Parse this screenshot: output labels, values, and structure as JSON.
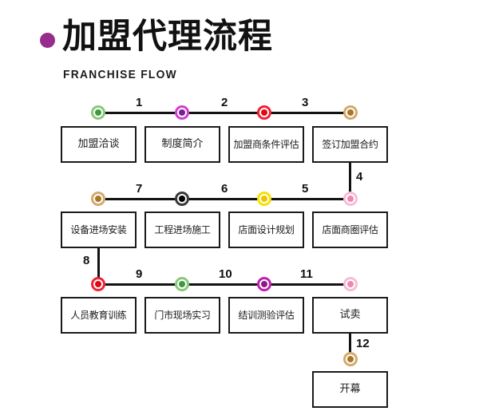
{
  "header": {
    "title": "加盟代理流程",
    "subtitle": "FRANCHISE FLOW",
    "bullet_color": "#962d8c"
  },
  "colors": {
    "line": "#121212",
    "box_border": "#1a1a1a",
    "box_fill": "#ffffff",
    "text": "#1a1a1a"
  },
  "chart_data": {
    "type": "diagram",
    "title": "加盟代理流程",
    "subtitle": "FRANCHISE FLOW",
    "flow_direction": "serpentine: row1 left-to-right, row2 right-to-left, row3 left-to-right, then down",
    "steps": [
      {
        "num": "",
        "label": "加盟洽谈",
        "dot_ring": "#8dc878",
        "dot_core": "#3f9a3f",
        "row": 1
      },
      {
        "num": "1",
        "label": "制度简介",
        "dot_ring": "#cf3fce",
        "dot_core": "#7b1f8f",
        "row": 1
      },
      {
        "num": "2",
        "label": "加盟商条件评估",
        "dot_ring": "#ef2233",
        "dot_core": "#e30613",
        "row": 1
      },
      {
        "num": "3",
        "label": "签订加盟合约",
        "dot_ring": "#d4a96a",
        "dot_core": "#a9762c",
        "row": 1
      },
      {
        "num": "4",
        "label": "店面商圈评估",
        "dot_ring": "#f7bdd6",
        "dot_core": "#ef87b4",
        "row": 2
      },
      {
        "num": "5",
        "label": "店面设计规划",
        "dot_ring": "#fbe000",
        "dot_core": "#e8c800",
        "row": 2
      },
      {
        "num": "6",
        "label": "工程进场施工",
        "dot_ring": "#3a3a3a",
        "dot_core": "#000000",
        "row": 2
      },
      {
        "num": "7",
        "label": "设备进场安装",
        "dot_ring": "#d4a96a",
        "dot_core": "#a9762c",
        "row": 2
      },
      {
        "num": "8",
        "label": "人员教育训练",
        "dot_ring": "#ef2233",
        "dot_core": "#e30613",
        "row": 3
      },
      {
        "num": "9",
        "label": "门市现场实习",
        "dot_ring": "#8dc878",
        "dot_core": "#3f9a3f",
        "row": 3
      },
      {
        "num": "10",
        "label": "结训测验评估",
        "dot_ring": "#c020b0",
        "dot_core": "#8b1a86",
        "row": 3
      },
      {
        "num": "11",
        "label": "试卖",
        "dot_ring": "#f7bdd6",
        "dot_core": "#ef87b4",
        "row": 3
      },
      {
        "num": "12",
        "label": "开幕",
        "dot_ring": "#d4a96a",
        "dot_core": "#a9762c",
        "row": 4
      }
    ],
    "row1_numbers": [
      "1",
      "2",
      "3"
    ],
    "row2_numbers": [
      "7",
      "6",
      "5"
    ],
    "row3_numbers": [
      "9",
      "10",
      "11"
    ],
    "transition_numbers": [
      "4",
      "8",
      "12"
    ]
  }
}
